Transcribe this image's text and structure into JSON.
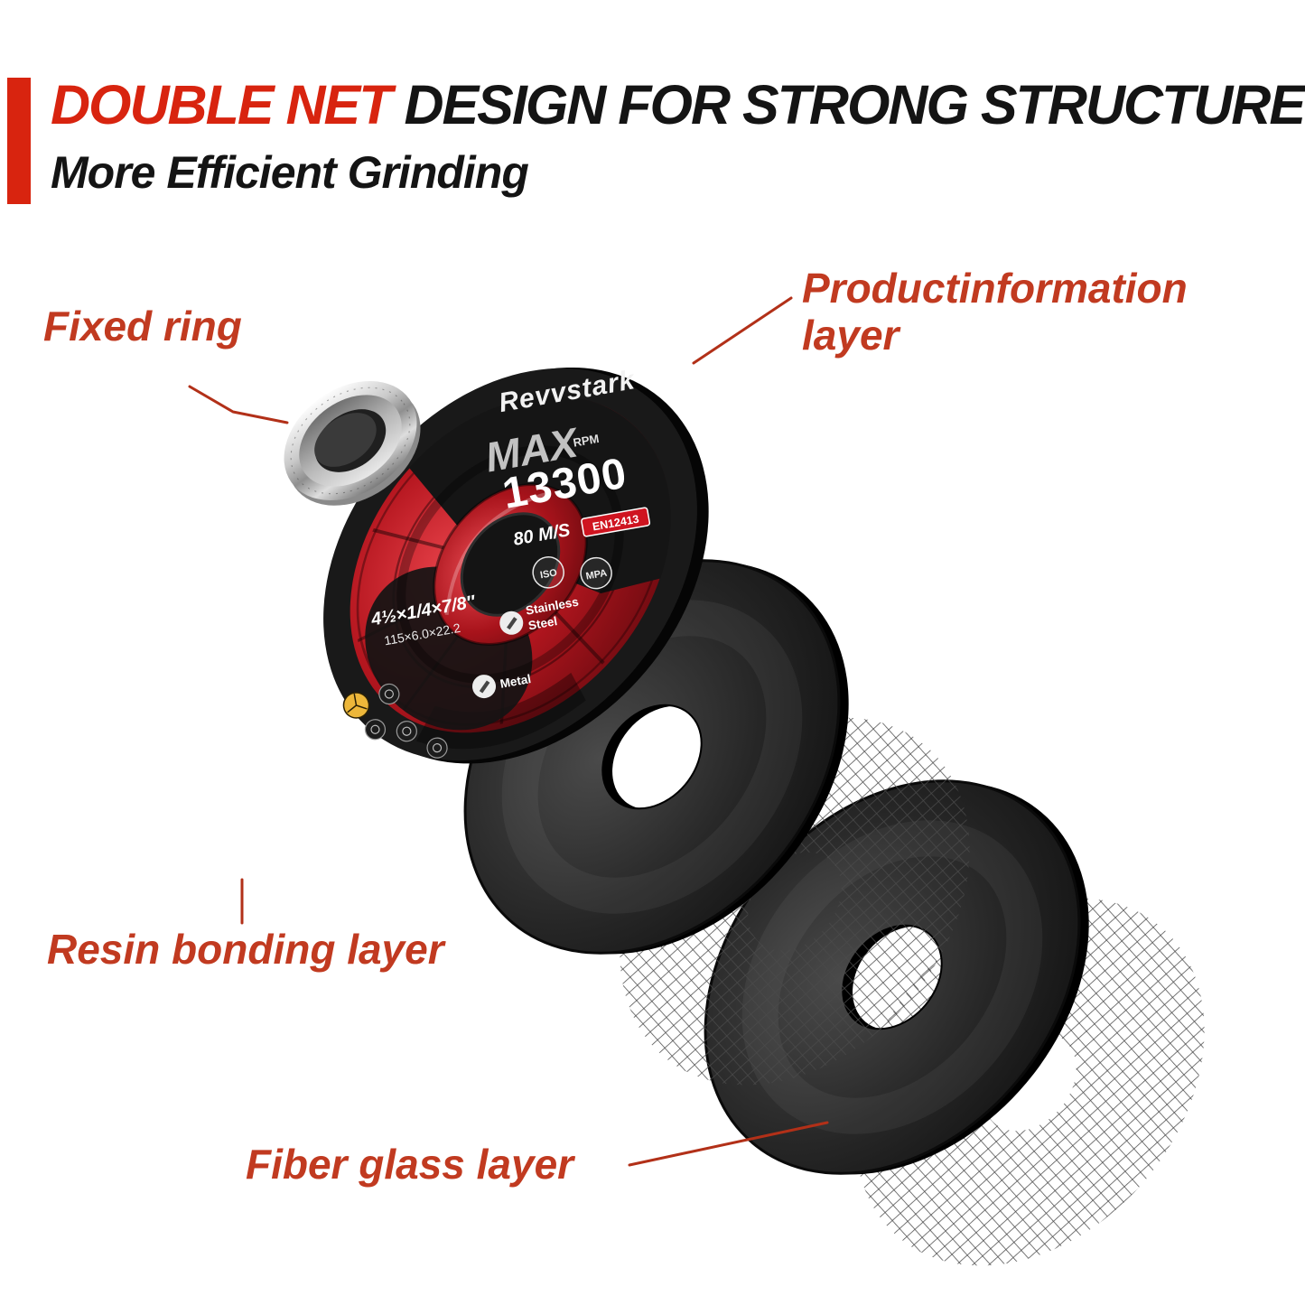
{
  "colors": {
    "accent": "#d8240f",
    "callout": "#c13a20",
    "leader_line": "#b23018",
    "background": "#ffffff",
    "disc_red": "#b5161f",
    "mesh_line": "#4a4a4a"
  },
  "header": {
    "title_highlight": "DOUBLE NET",
    "title_rest": " DESIGN FOR STRONG STRUCTURE",
    "subtitle": "More Efficient Grinding"
  },
  "callouts": {
    "fixed_ring": "Fixed ring",
    "product_info_line1": "Productinformation",
    "product_info_line2": "layer",
    "resin_bonding": "Resin bonding layer",
    "fiber_glass": "Fiber glass layer"
  },
  "disc": {
    "brand": "Revvstark",
    "max": "MAX",
    "rpm": "RPM",
    "rpm_value": "13300",
    "speed": "80 M/S",
    "standard": "EN12413",
    "iso_badge": "ISO",
    "mpa_badge": "MPA",
    "size_inch": "4½×1/4×7/8″",
    "size_mm": "115×6.0×22.2",
    "material_stainless_line1": "Stainless",
    "material_stainless_line2": "Steel",
    "material_metal": "Metal"
  }
}
